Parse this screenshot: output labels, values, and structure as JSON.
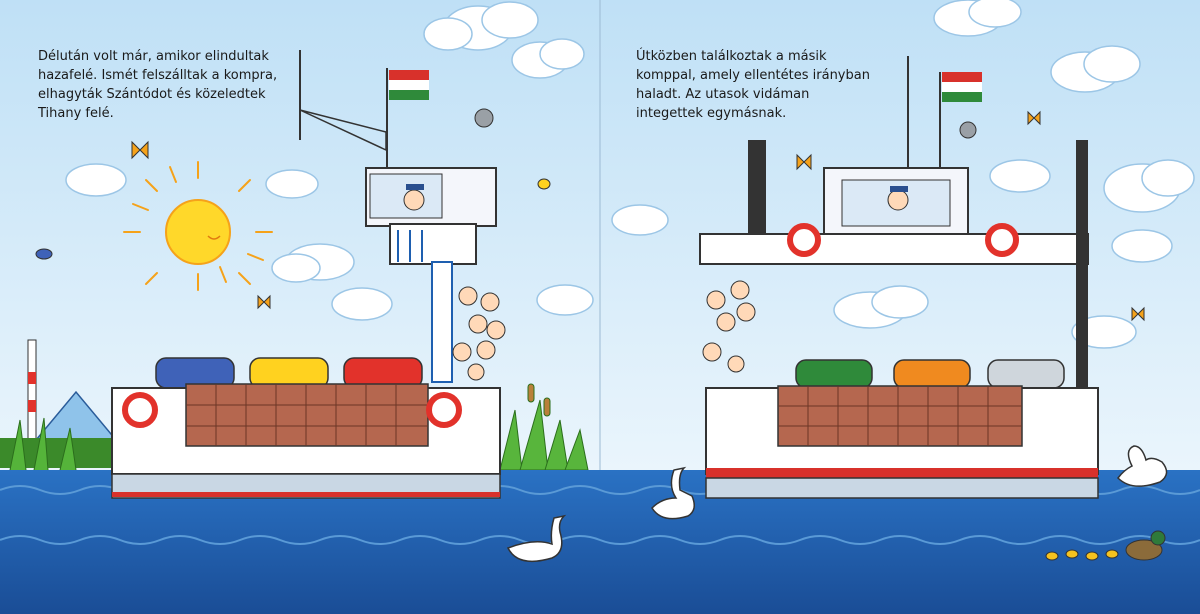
{
  "left_page": {
    "lines": [
      "Délután volt már, amikor elindultak",
      "hazafelé. Ismét felszálltak a kompra,",
      "elhagyták Szántódot és közeledtek",
      "Tihany felé."
    ]
  },
  "right_page": {
    "lines": [
      "Útközben találkoztak a másik",
      "komppal, amely ellentétes irányban",
      "haladt. Az utasok vidáman",
      "integettek egymásnak."
    ]
  },
  "colors": {
    "sky": "#cfe7f7",
    "water": "#1f5fae",
    "deep_water": "#174a8f",
    "ferry_hull": "#ffffff",
    "cargo_brick": "#b5674f",
    "flag_red": "#d8312b",
    "flag_green": "#2f8a3a",
    "sun": "#ffd82a"
  }
}
